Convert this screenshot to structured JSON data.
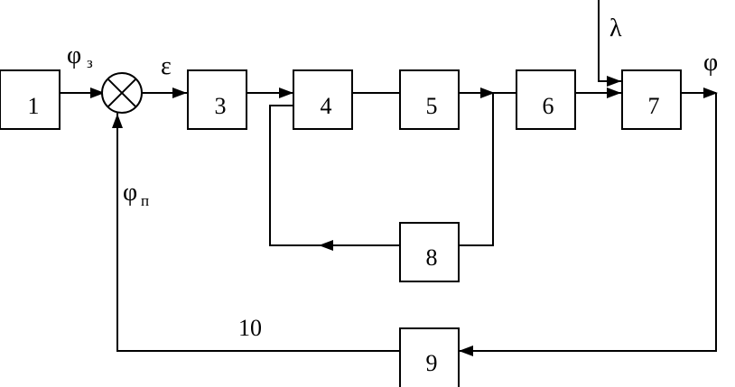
{
  "blocks": [
    {
      "id": "1",
      "label": "1"
    },
    {
      "id": "3",
      "label": "3"
    },
    {
      "id": "4",
      "label": "4"
    },
    {
      "id": "5",
      "label": "5"
    },
    {
      "id": "6",
      "label": "6"
    },
    {
      "id": "7",
      "label": "7"
    },
    {
      "id": "8",
      "label": "8"
    },
    {
      "id": "9",
      "label": "9"
    }
  ],
  "summing_junction": {
    "symbol": "⊗"
  },
  "signals": {
    "setpoint": {
      "symbol": "φ",
      "subscript": "з"
    },
    "error": {
      "symbol": "ε"
    },
    "disturbance": {
      "symbol": "λ"
    },
    "output": {
      "symbol": "φ"
    },
    "feedback": {
      "symbol": "φ",
      "subscript": "п"
    },
    "feedback_line_label": "10"
  },
  "colors": {
    "stroke": "#000000",
    "background": "#ffffff"
  }
}
